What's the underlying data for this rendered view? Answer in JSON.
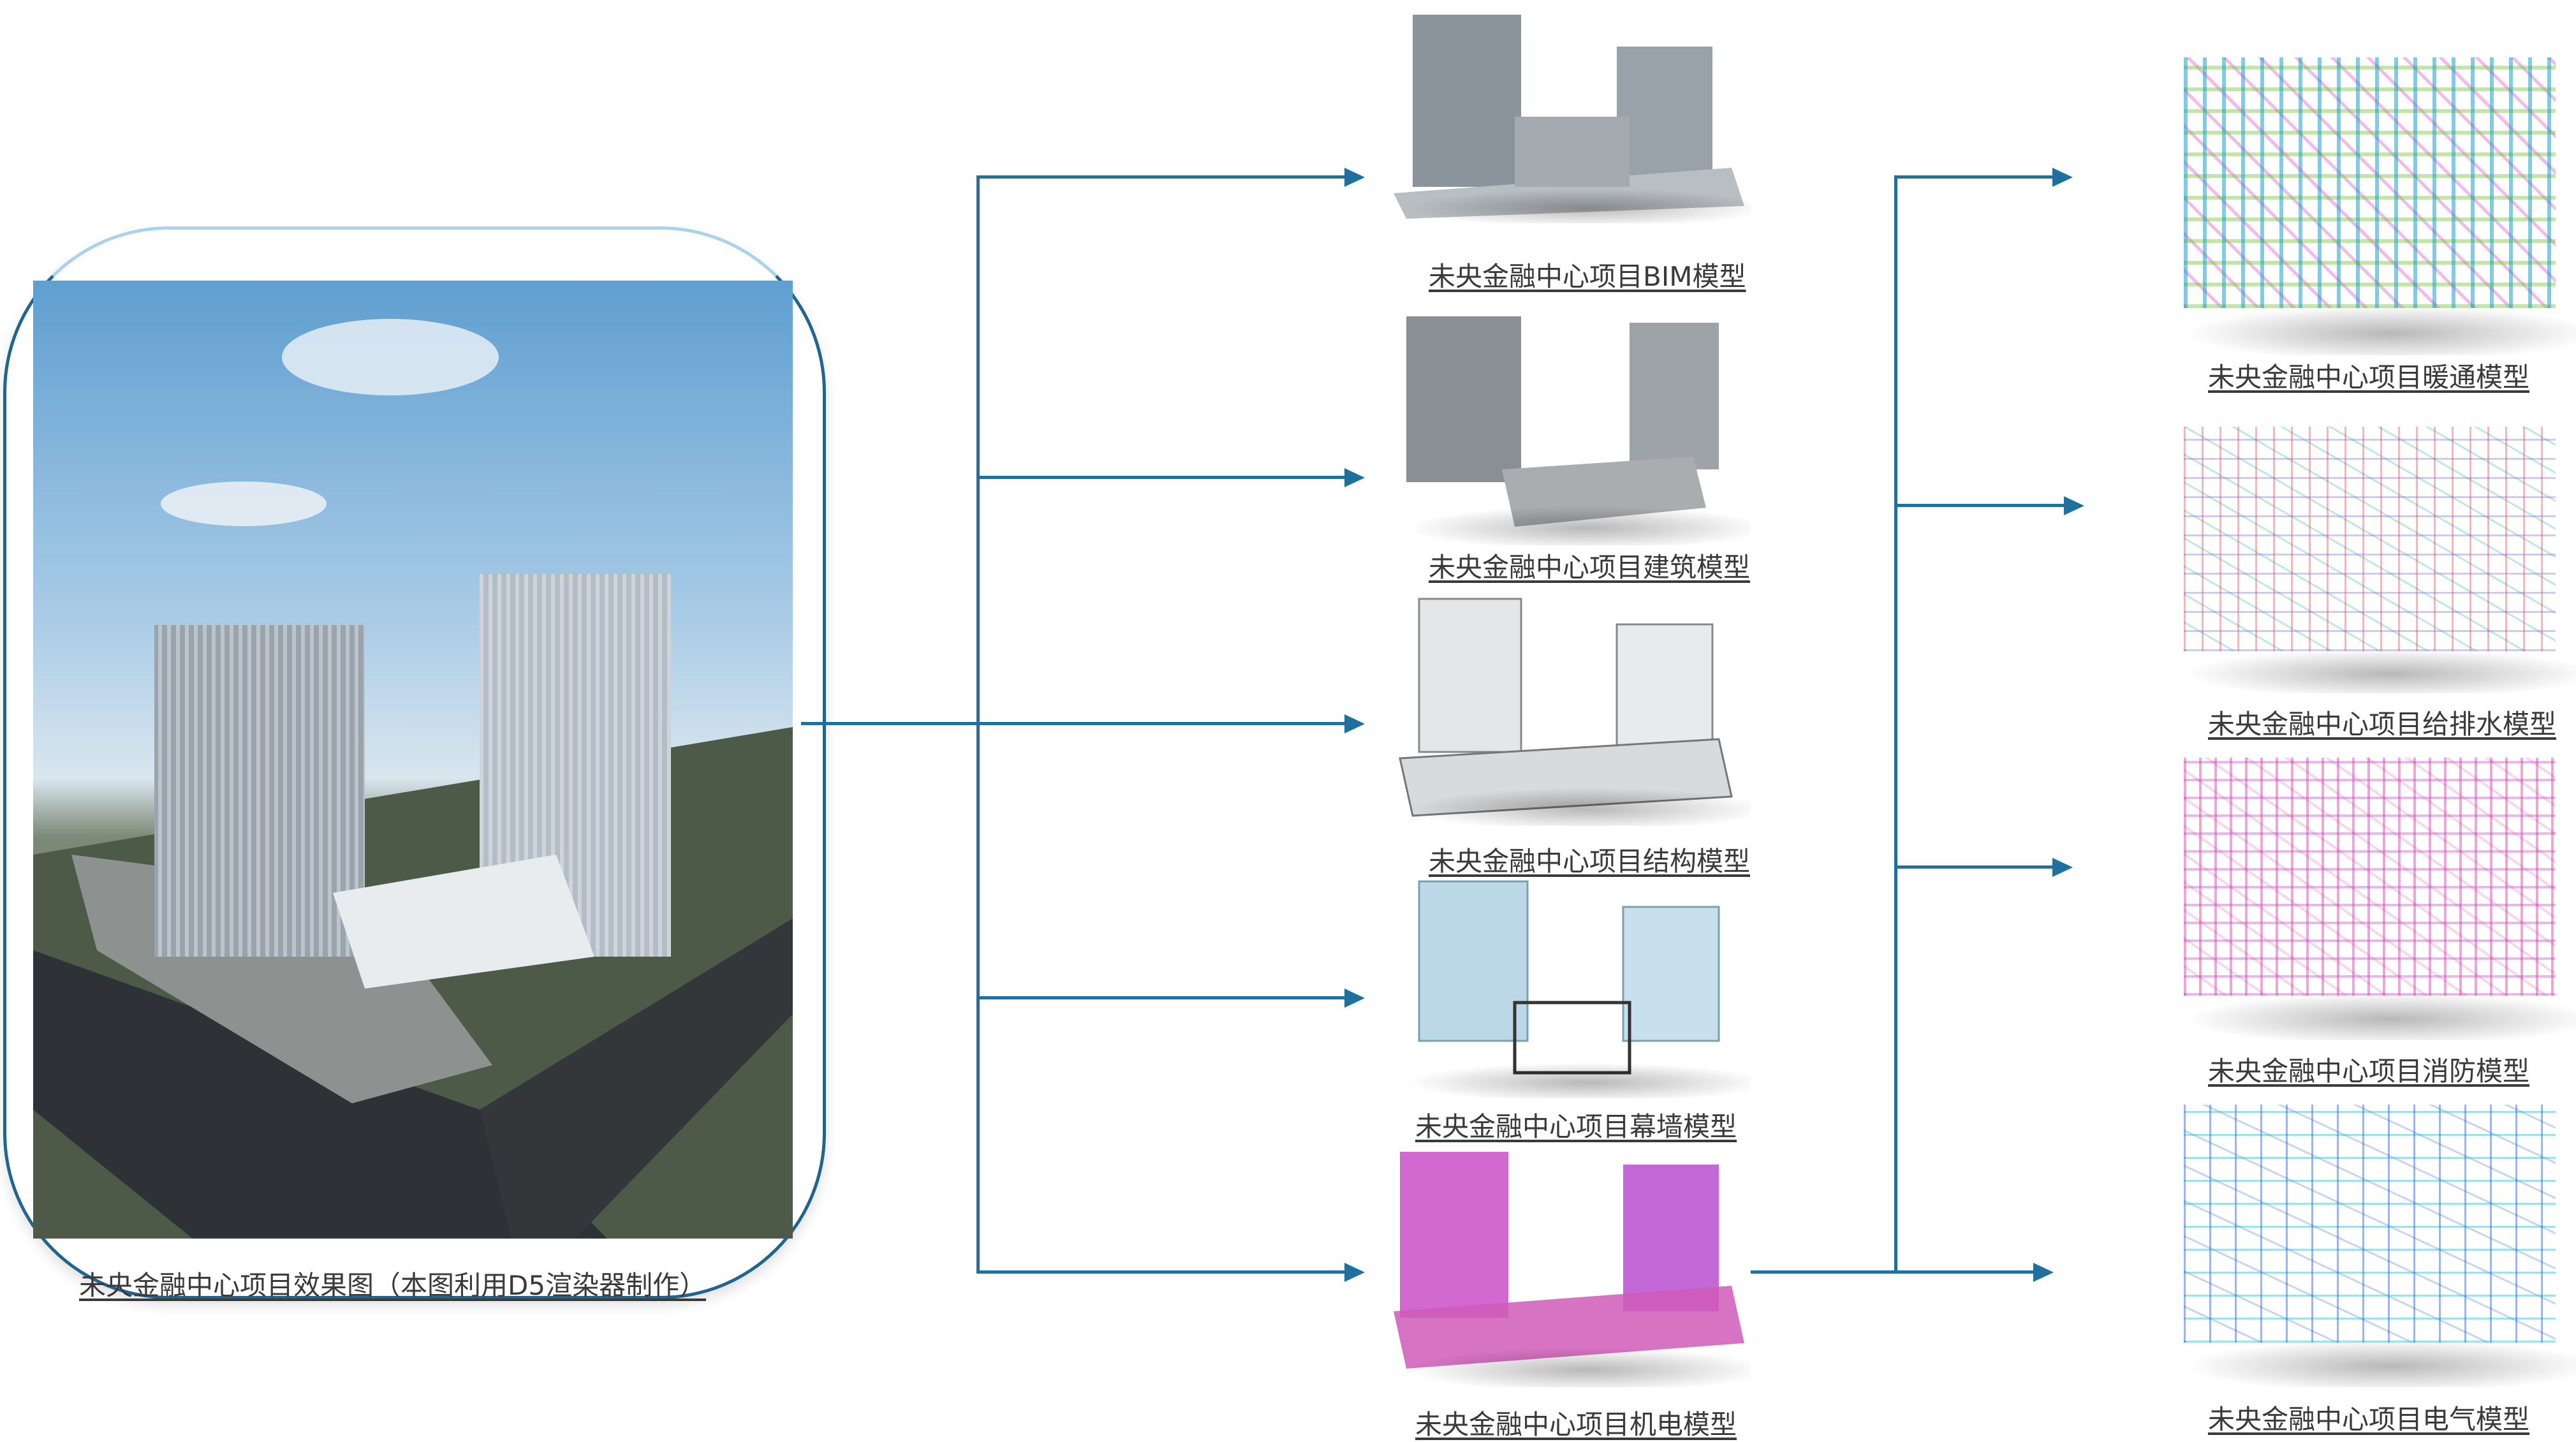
{
  "main_render": {
    "caption": "未央金融中心项目效果图（本图利用D5渲染器制作）"
  },
  "discipline_models": [
    {
      "caption": "未央金融中心项目BIM模型"
    },
    {
      "caption": "未央金融中心项目建筑模型"
    },
    {
      "caption": "未央金融中心项目结构模型"
    },
    {
      "caption": "未央金融中心项目幕墙模型"
    },
    {
      "caption": "未央金融中心项目机电模型"
    }
  ],
  "mep_models": [
    {
      "caption": "未央金融中心项目暖通模型"
    },
    {
      "caption": "未央金融中心项目给排水模型"
    },
    {
      "caption": "未央金融中心项目消防模型"
    },
    {
      "caption": "未央金融中心项目电气模型"
    }
  ],
  "colors": {
    "connector": "#1f6f9f",
    "frame": "#1f6590"
  }
}
